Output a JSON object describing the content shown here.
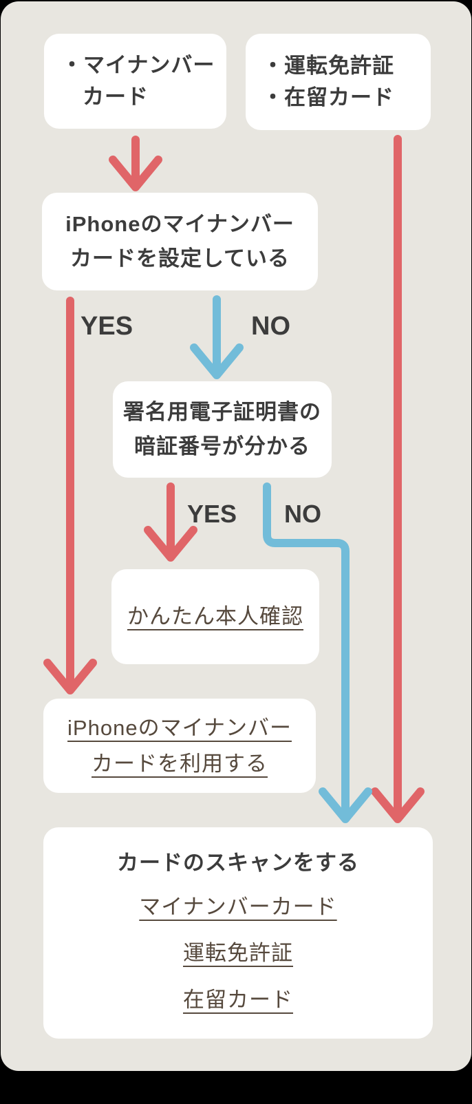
{
  "colors": {
    "background": "#000000",
    "panel": "#E8E6E0",
    "card": "#FFFFFF",
    "arrow-red": "#E06568",
    "arrow-blue": "#72BCD9",
    "text-dark": "#3C3C3C",
    "link": "#56493D"
  },
  "nodes": {
    "mynumber_source": {
      "line1": "・マイナンバー",
      "line2": "カード"
    },
    "other_ids_source": {
      "line1": "・運転免許証",
      "line2": "・在留カード"
    },
    "iphone_setup": {
      "line1": "iPhoneのマイナンバー",
      "line2": "カードを設定している"
    },
    "cert_pin": {
      "line1": "署名用電子証明書の",
      "line2": "暗証番号が分かる"
    },
    "easy_kyc": {
      "label": "かんたん本人確認"
    },
    "use_iphone": {
      "line1": "iPhoneのマイナンバー",
      "line2": "カードを利用する"
    },
    "scan": {
      "title": "カードのスキャンをする",
      "link1": "マイナンバーカード",
      "link2": "運転免許証",
      "link3": "在留カード"
    }
  },
  "labels": {
    "yes1": "YES",
    "no1": "NO",
    "yes2": "YES",
    "no2": "NO"
  }
}
